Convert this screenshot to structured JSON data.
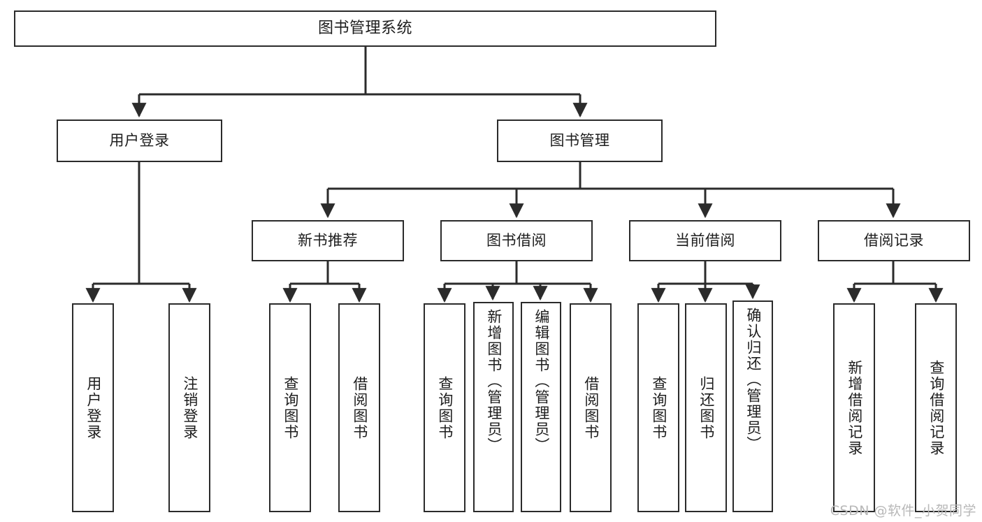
{
  "diagram": {
    "title": "图书管理系统",
    "type": "tree-hierarchy",
    "watermark": "CSDN @软件_小贺同学",
    "colors": {
      "box_border": "#2b2b2b",
      "box_fill": "#ffffff",
      "connector": "#2b2b2b",
      "text": "#1d1d1d",
      "watermark": "#b8b8b8"
    }
  },
  "nodes": {
    "root": {
      "label": "图书管理系统"
    },
    "level2": [
      {
        "id": "user-login",
        "label": "用户登录"
      },
      {
        "id": "book-manage",
        "label": "图书管理"
      }
    ],
    "level3": [
      {
        "id": "new-book-rec",
        "label": "新书推荐"
      },
      {
        "id": "book-borrow",
        "label": "图书借阅"
      },
      {
        "id": "current-borrow",
        "label": "当前借阅"
      },
      {
        "id": "borrow-record",
        "label": "借阅记录"
      }
    ],
    "leaves": {
      "user-login": [
        {
          "id": "leaf-user-login",
          "label": "用户登录"
        },
        {
          "id": "leaf-user-logout",
          "label": "注销登录"
        }
      ],
      "new-book-rec": [
        {
          "id": "leaf-query-book-1",
          "label": "查询图书"
        },
        {
          "id": "leaf-borrow-book-1",
          "label": "借阅图书"
        }
      ],
      "book-borrow": [
        {
          "id": "leaf-query-book-2",
          "label": "查询图书"
        },
        {
          "id": "leaf-add-book",
          "label": "新增图书（管理员）"
        },
        {
          "id": "leaf-edit-book",
          "label": "编辑图书（管理员）"
        },
        {
          "id": "leaf-borrow-book-2",
          "label": "借阅图书"
        }
      ],
      "current-borrow": [
        {
          "id": "leaf-query-book-3",
          "label": "查询图书"
        },
        {
          "id": "leaf-return-book",
          "label": "归还图书"
        },
        {
          "id": "leaf-confirm-return",
          "label": "确认归还（管理员）"
        }
      ],
      "borrow-record": [
        {
          "id": "leaf-add-record",
          "label": "新增借阅记录"
        },
        {
          "id": "leaf-query-record",
          "label": "查询借阅记录"
        }
      ]
    }
  }
}
